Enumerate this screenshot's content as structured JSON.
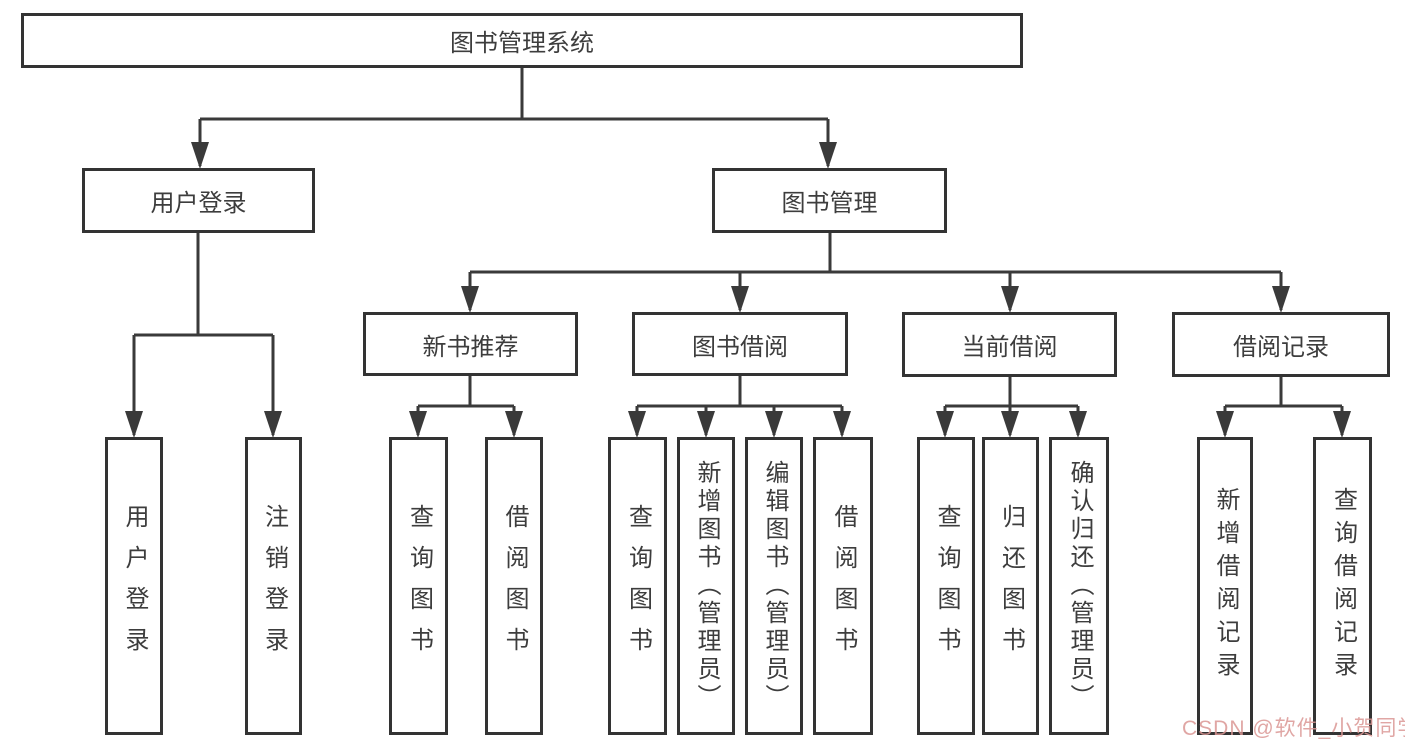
{
  "diagram": {
    "root": {
      "label": "图书管理系统"
    },
    "level2": {
      "user_login": {
        "label": "用户登录"
      },
      "book_mgmt": {
        "label": "图书管理"
      }
    },
    "level3": {
      "new_book_rec": {
        "label": "新书推荐"
      },
      "book_borrow": {
        "label": "图书借阅"
      },
      "cur_borrow": {
        "label": "当前借阅"
      },
      "borrow_rec": {
        "label": "借阅记录"
      }
    },
    "leaves": {
      "user_login": {
        "label": "用户登录"
      },
      "logout": {
        "label": "注销登录"
      },
      "query_book_1": {
        "label": "查询图书"
      },
      "borrow_book_1": {
        "label": "借阅图书"
      },
      "query_book_2": {
        "label": "查询图书"
      },
      "add_book": {
        "label": "新增图书（管理员）"
      },
      "edit_book": {
        "label": "编辑图书（管理员）"
      },
      "borrow_book_2": {
        "label": "借阅图书"
      },
      "query_book_3": {
        "label": "查询图书"
      },
      "return_book": {
        "label": "归还图书"
      },
      "confirm_return": {
        "label": "确认归还（管理员）"
      },
      "add_record": {
        "label": "新增借阅记录"
      },
      "query_record": {
        "label": "查询借阅记录"
      }
    }
  },
  "watermark": {
    "text": "CSDN @软件_小贺同学"
  },
  "colors": {
    "line": "#3a3a3a",
    "border": "#333333",
    "text": "#3d3d3d",
    "watermark": "#db9694"
  }
}
